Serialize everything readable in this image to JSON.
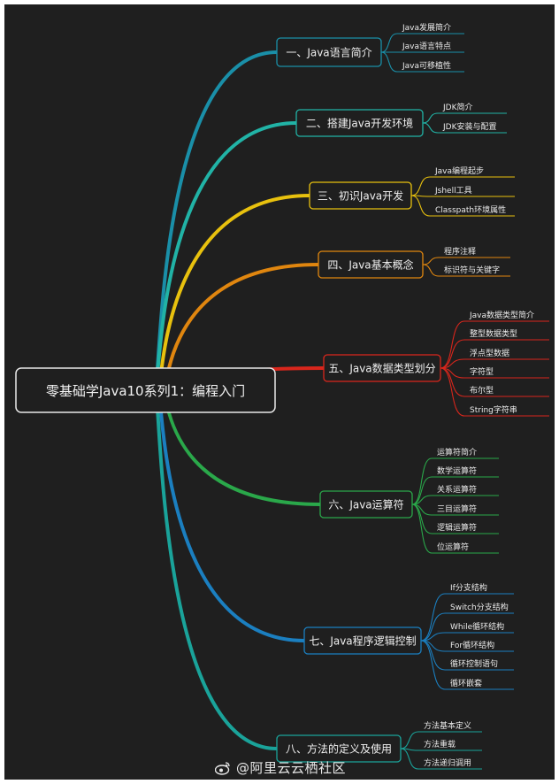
{
  "root": {
    "label": "零基础学Java10系列1：编程入门"
  },
  "watermark": {
    "text": "@阿里云云栖社区",
    "icon": "weibo-icon"
  },
  "branches": [
    {
      "label": "一、Java语言简介",
      "color": "#1a8fa8",
      "children": [
        "Java发展简介",
        "Java语言特点",
        "Java可移植性"
      ]
    },
    {
      "label": "二、搭建Java开发环境",
      "color": "#21b3a6",
      "children": [
        "JDK简介",
        "JDK安装与配置"
      ]
    },
    {
      "label": "三、初识Java开发",
      "color": "#e8c10e",
      "children": [
        "Java编程起步",
        "Jshell工具",
        "Classpath环境属性"
      ]
    },
    {
      "label": "四、Java基本概念",
      "color": "#e0860f",
      "children": [
        "程序注释",
        "标识符与关键字"
      ]
    },
    {
      "label": "五、Java数据类型划分",
      "color": "#d9261c",
      "children": [
        "Java数据类型简介",
        "整型数据类型",
        "浮点型数据",
        "字符型",
        "布尔型",
        "String字符串"
      ]
    },
    {
      "label": "六、Java运算符",
      "color": "#2aa84a",
      "children": [
        "运算符简介",
        "数学运算符",
        "关系运算符",
        "三目运算符",
        "逻辑运算符",
        "位运算符"
      ]
    },
    {
      "label": "七、Java程序逻辑控制",
      "color": "#1b7fc0",
      "children": [
        "If分支结构",
        "Switch分支结构",
        "While循环结构",
        "For循环结构",
        "循环控制语句",
        "循环嵌套"
      ]
    },
    {
      "label": "八、方法的定义及使用",
      "color": "#1aa39a",
      "children": [
        "方法基本定义",
        "方法重载",
        "方法递归调用"
      ]
    }
  ]
}
